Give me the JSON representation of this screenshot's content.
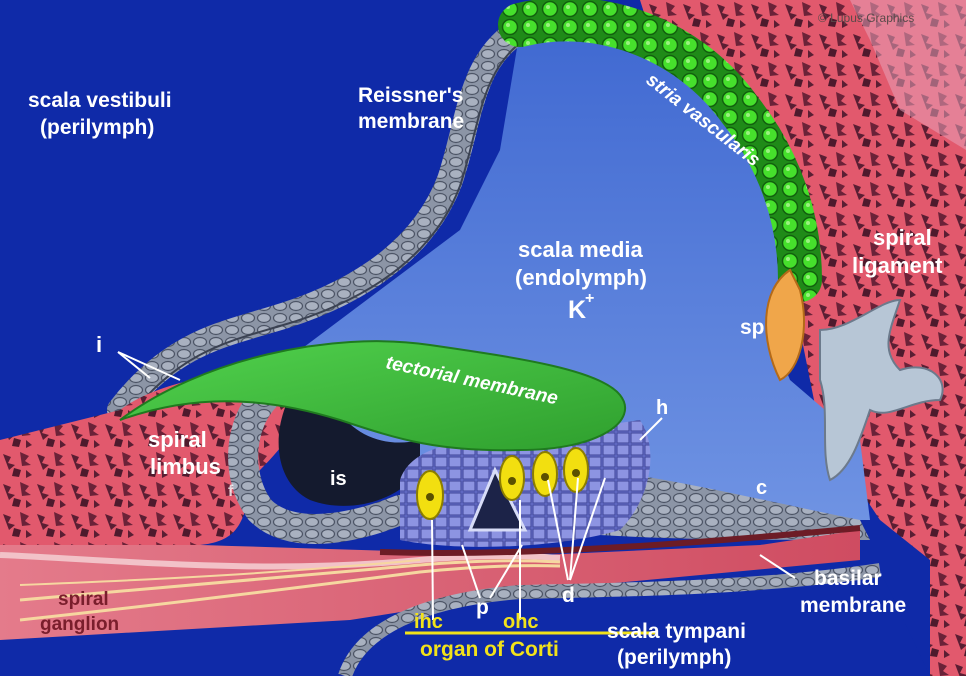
{
  "credit": "© Lupus Graphics",
  "labels": {
    "scala_vestibuli_1": "scala vestibuli",
    "scala_vestibuli_2": "(perilymph)",
    "reissner_1": "Reissner's",
    "reissner_2": "membrane",
    "stria": "stria vascularis",
    "spiral_ligament_1": "spiral",
    "spiral_ligament_2": "ligament",
    "scala_media_1": "scala media",
    "scala_media_2": "(endolymph)",
    "scala_media_3": "K",
    "scala_media_sup": "+",
    "sp": "sp",
    "i": "i",
    "tectorial": "tectorial membrane",
    "h": "h",
    "spiral_limbus_1": "spiral",
    "spiral_limbus_2": "limbus",
    "f": "f",
    "is": "is",
    "c": "c",
    "basilar_1": "basilar",
    "basilar_2": "membrane",
    "spiral_ganglion_1": "spiral",
    "spiral_ganglion_2": "ganglion",
    "p": "p",
    "d": "d",
    "ihc": "ihc",
    "ohc": "ohc",
    "organ": "organ of Corti",
    "scala_tympani_1": "scala tympani",
    "scala_tympani_2": "(perilymph)"
  },
  "colors": {
    "perilymph": "#0f2aa8",
    "endolymph": "#4f78d8",
    "tectorial": "#3fbf3f",
    "stria": "#3bd42a",
    "tissue": "#e2596d",
    "epithelium": "#8e97a6",
    "hair_cell": "#f2df10",
    "corti": "#7a7ed8",
    "label_yellow": "#f2e21a"
  }
}
